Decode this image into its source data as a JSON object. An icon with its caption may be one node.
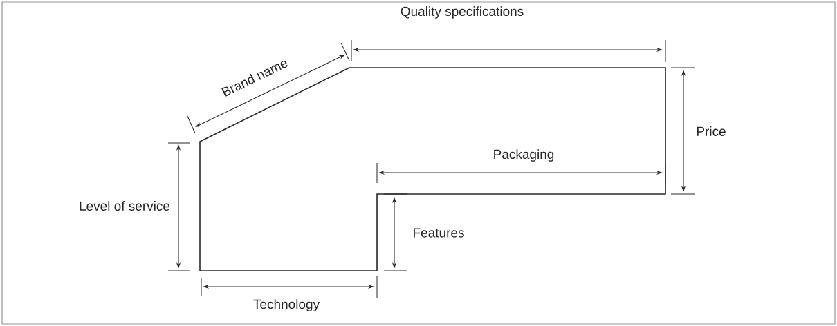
{
  "diagram": {
    "labels": [
      "Quality specifications",
      "Brand name",
      "Price",
      "Packaging",
      "Level of service",
      "Features",
      "Technology"
    ]
  }
}
